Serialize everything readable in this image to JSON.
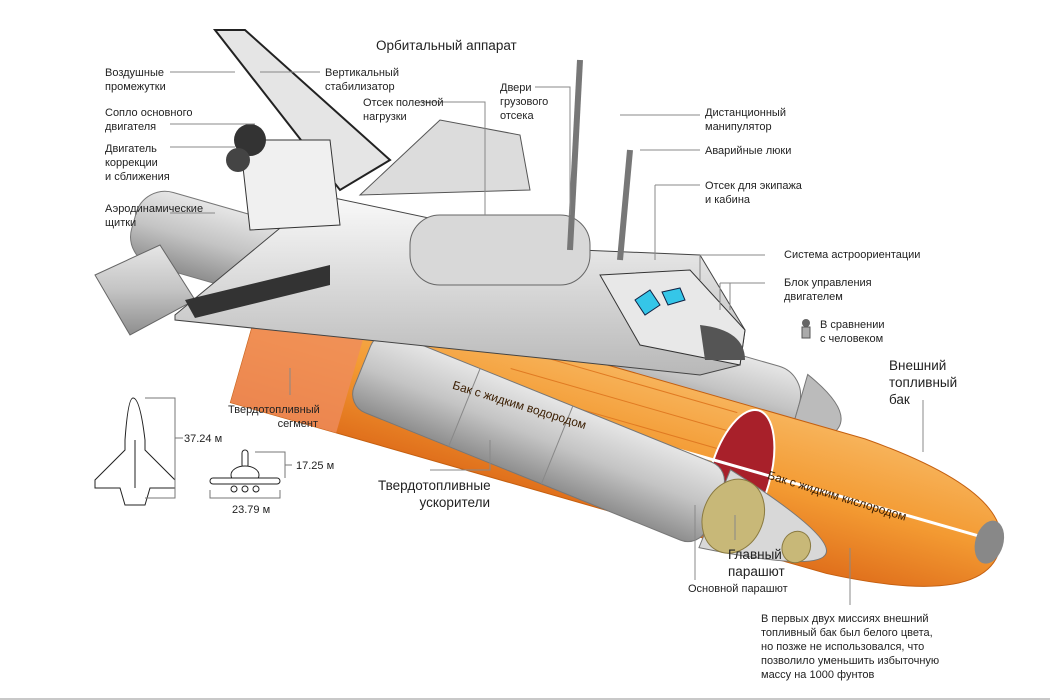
{
  "title": "Орбитальный аппарат",
  "labels": {
    "air_gaps": "Воздушные\nпромежутки",
    "vertical_stabilizer": "Вертикальный\nстабилизатор",
    "main_engine_nozzle": "Сопло основного\nдвигателя",
    "payload_bay": "Отсек полезной\nнагрузки",
    "cargo_doors": "Двери\nгрузового\nотсека",
    "oms_engine": "Двигатель\nкоррекции\nи сближения",
    "aero_flaps": "Аэродинамические\nщитки",
    "manipulator": "Дистанционный\nманипулятор",
    "emergency_hatches": "Аварийные люки",
    "crew_cabin": "Отсек для экипажа\nи кабина",
    "star_tracker": "Система астроориентации",
    "engine_control": "Блок управления\nдвигателем",
    "human_compare": "В сравнении\nс человеком",
    "external_tank": "Внешний\nтопливный\nбак",
    "solid_segment": "Твердотопливный\nсегмент",
    "hydrogen_tank": "Бак с жидким водородом",
    "oxygen_tank": "Бак с жидким кислородом",
    "boosters": "Твердотопливные\nускорители",
    "main_parachute": "Главный\nпарашют",
    "primary_parachute": "Основной парашют",
    "tank_note": "В первых двух миссиях внешний\nтопливный бак был белого цвета,\nно позже не использовался, что\nпозволило уменьшить избыточную\nмассу на 1000 фунтов"
  },
  "dimensions": {
    "length": "37.24 м",
    "height": "17.25 м",
    "wingspan": "23.79 м"
  },
  "colors": {
    "tank_orange": "#f39a32",
    "tank_dark": "#e0701c",
    "oxygen_red": "#a8202a",
    "booster_grey": "#c9c9c9",
    "orbiter_white": "#e9e9e9",
    "window_cyan": "#35c6e8"
  }
}
